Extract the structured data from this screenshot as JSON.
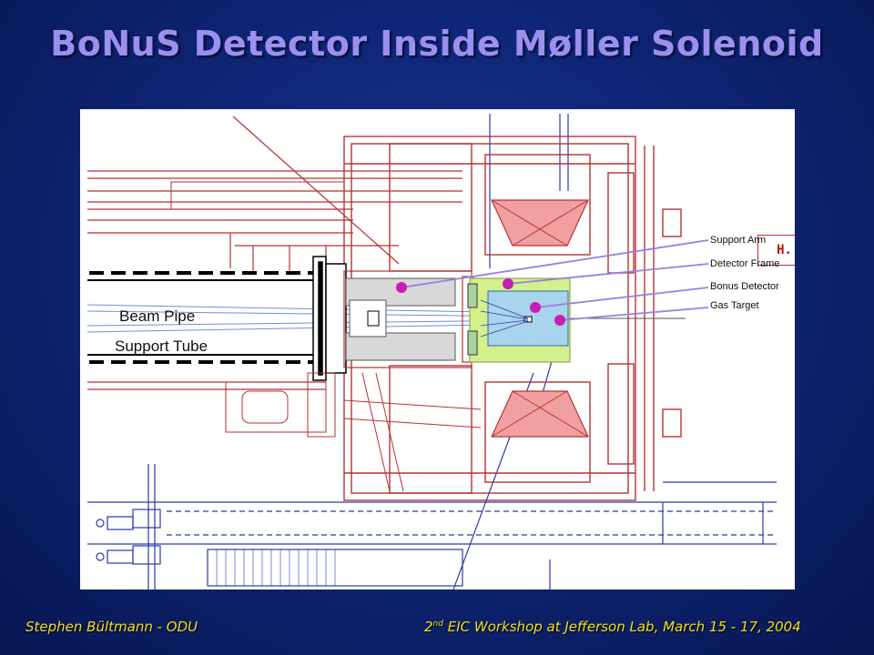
{
  "slide": {
    "title": "BoNuS Detector Inside Møller Solenoid",
    "credit": "H. Fenker"
  },
  "labels": {
    "beam_pipe": "Beam Pipe",
    "support_tube": "Support Tube",
    "support_arm": "Support Arm",
    "detector_frame": "Detector Frame",
    "bonus_detector": "Bonus Detector",
    "gas_target": "Gas Target"
  },
  "footer": {
    "left": "Stephen Bültmann - ODU",
    "right_ordinal": "2",
    "right_sup": "nd",
    "right_rest": " EIC Workshop at Jefferson Lab, March 15 - 17, 2004"
  },
  "colors": {
    "drawing_red": "#b83232",
    "marker_magenta": "#c81eb4",
    "leader_purple": "#9a7fe0",
    "blue_lines": "#2a3aa8",
    "detector_green": "#d4f08c",
    "detector_blue": "#a8d4ec",
    "coil_pink": "#f0a0a0",
    "title_color": "#9b8ff0",
    "footer_color": "#f0e020"
  }
}
